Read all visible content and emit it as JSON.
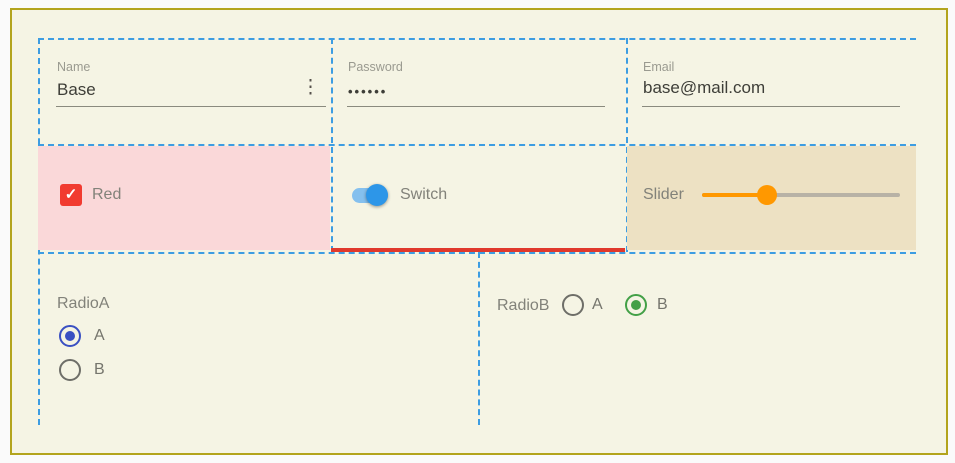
{
  "panel": {
    "kind": "form-demo-panel"
  },
  "fields": {
    "name": {
      "label": "Name",
      "value": "Base"
    },
    "password": {
      "label": "Password",
      "value": "••••••"
    },
    "email": {
      "label": "Email",
      "value": "base@mail.com"
    }
  },
  "controls": {
    "checkbox": {
      "label": "Red",
      "checked": true
    },
    "switch": {
      "label": "Switch",
      "on": true
    },
    "slider": {
      "label": "Slider",
      "value_percent": 33
    }
  },
  "radio_a": {
    "label": "RadioA",
    "options": [
      {
        "label": "A",
        "selected": true
      },
      {
        "label": "B",
        "selected": false
      }
    ]
  },
  "radio_b": {
    "label": "RadioB",
    "options": [
      {
        "label": "A",
        "selected": false
      },
      {
        "label": "B",
        "selected": true
      }
    ]
  },
  "icons": {
    "kebab_menu": "⋮",
    "checkmark": "✓"
  },
  "colors": {
    "panel_border": "#b3a41d",
    "panel_bg": "#f5f4e4",
    "guide_blue": "#3d9de2",
    "pink_cell": "#fad8d9",
    "tan_cell": "#ede1c3",
    "red_rule": "#e0392c",
    "checkbox_red": "#f13b30",
    "switch_blue": "#2d96e8",
    "slider_orange": "#ff9800",
    "radio_a_accent": "#3a50c2",
    "radio_b_accent": "#43a047"
  }
}
